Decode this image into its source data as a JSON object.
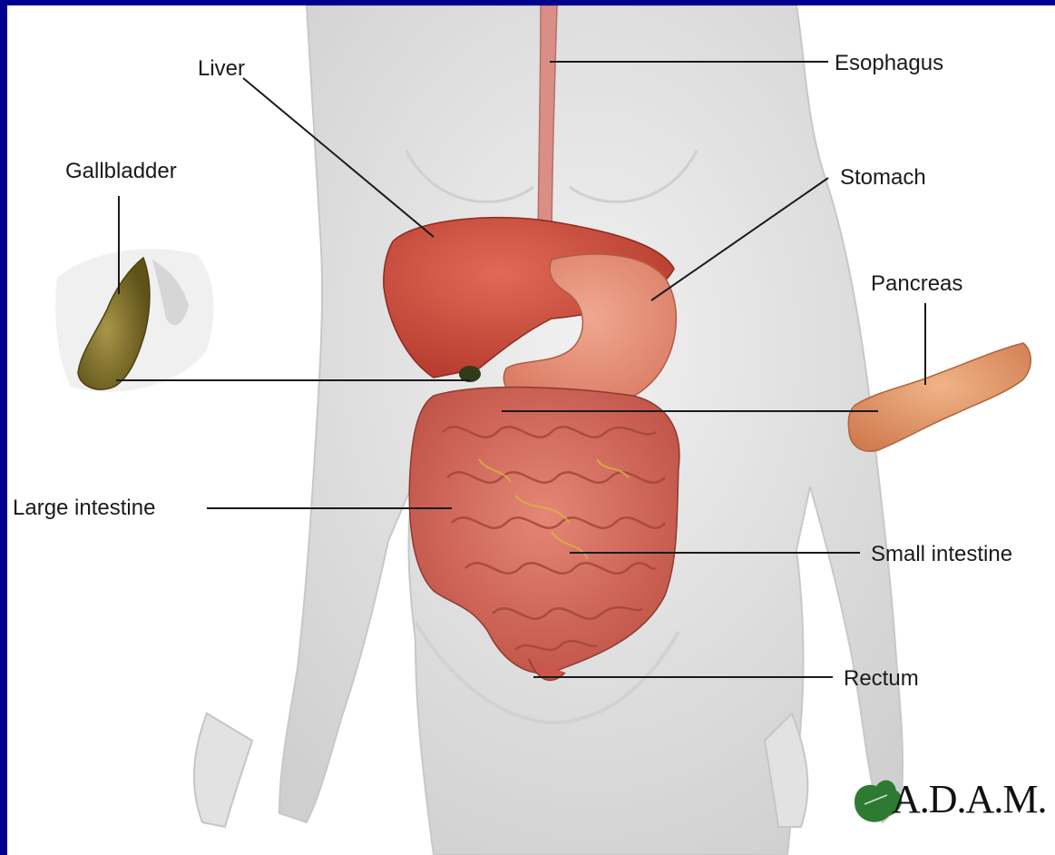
{
  "labels": {
    "liver": "Liver",
    "esophagus": "Esophagus",
    "gallbladder": "Gallbladder",
    "stomach": "Stomach",
    "pancreas": "Pancreas",
    "large_intestine": "Large intestine",
    "small_intestine": "Small intestine",
    "rectum": "Rectum"
  },
  "logo": {
    "text": "A.D.A.M."
  },
  "colors": {
    "frame": "#00008f",
    "body": "#e6e6e6",
    "liver": "#c9483a",
    "stomach": "#e58a74",
    "intestine": "#d56a5c",
    "pancreas": "#e1956a",
    "gallbladder": "#8e7c2e",
    "esophagus": "#d98f86"
  }
}
